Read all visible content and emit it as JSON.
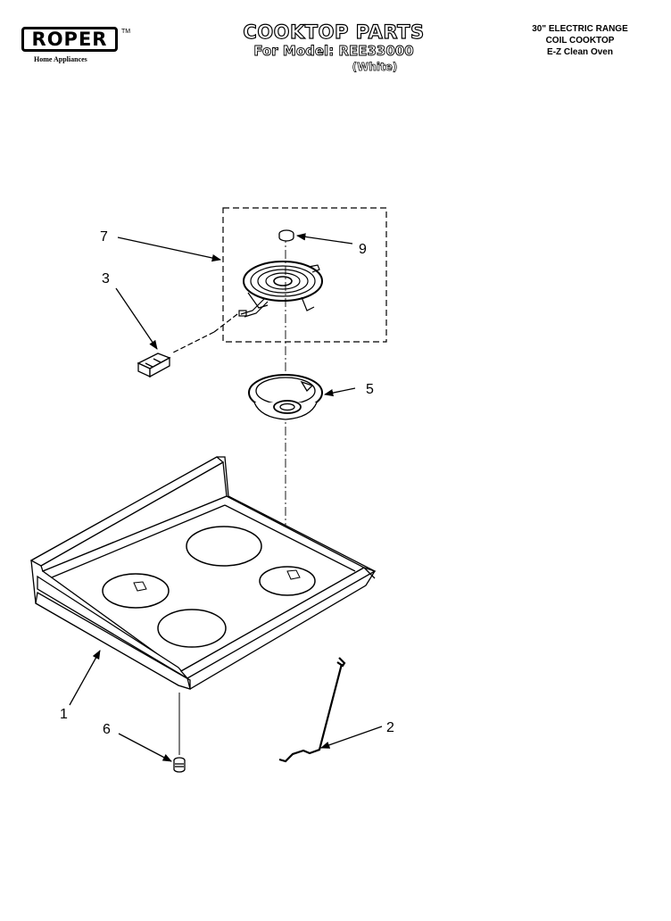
{
  "header": {
    "brand": "ROPER",
    "brand_tm": "TM",
    "brand_sub": "Home Appliances",
    "title": "COOKTOP PARTS",
    "model_line": "For Model: REE33000",
    "color": "(White)",
    "spec_lines": [
      "30\" ELECTRIC RANGE",
      "COIL COOKTOP",
      "E-Z Clean Oven"
    ]
  },
  "callouts": {
    "c1": "1",
    "c2": "2",
    "c3": "3",
    "c5": "5",
    "c6": "6",
    "c7": "7",
    "c9": "9"
  }
}
